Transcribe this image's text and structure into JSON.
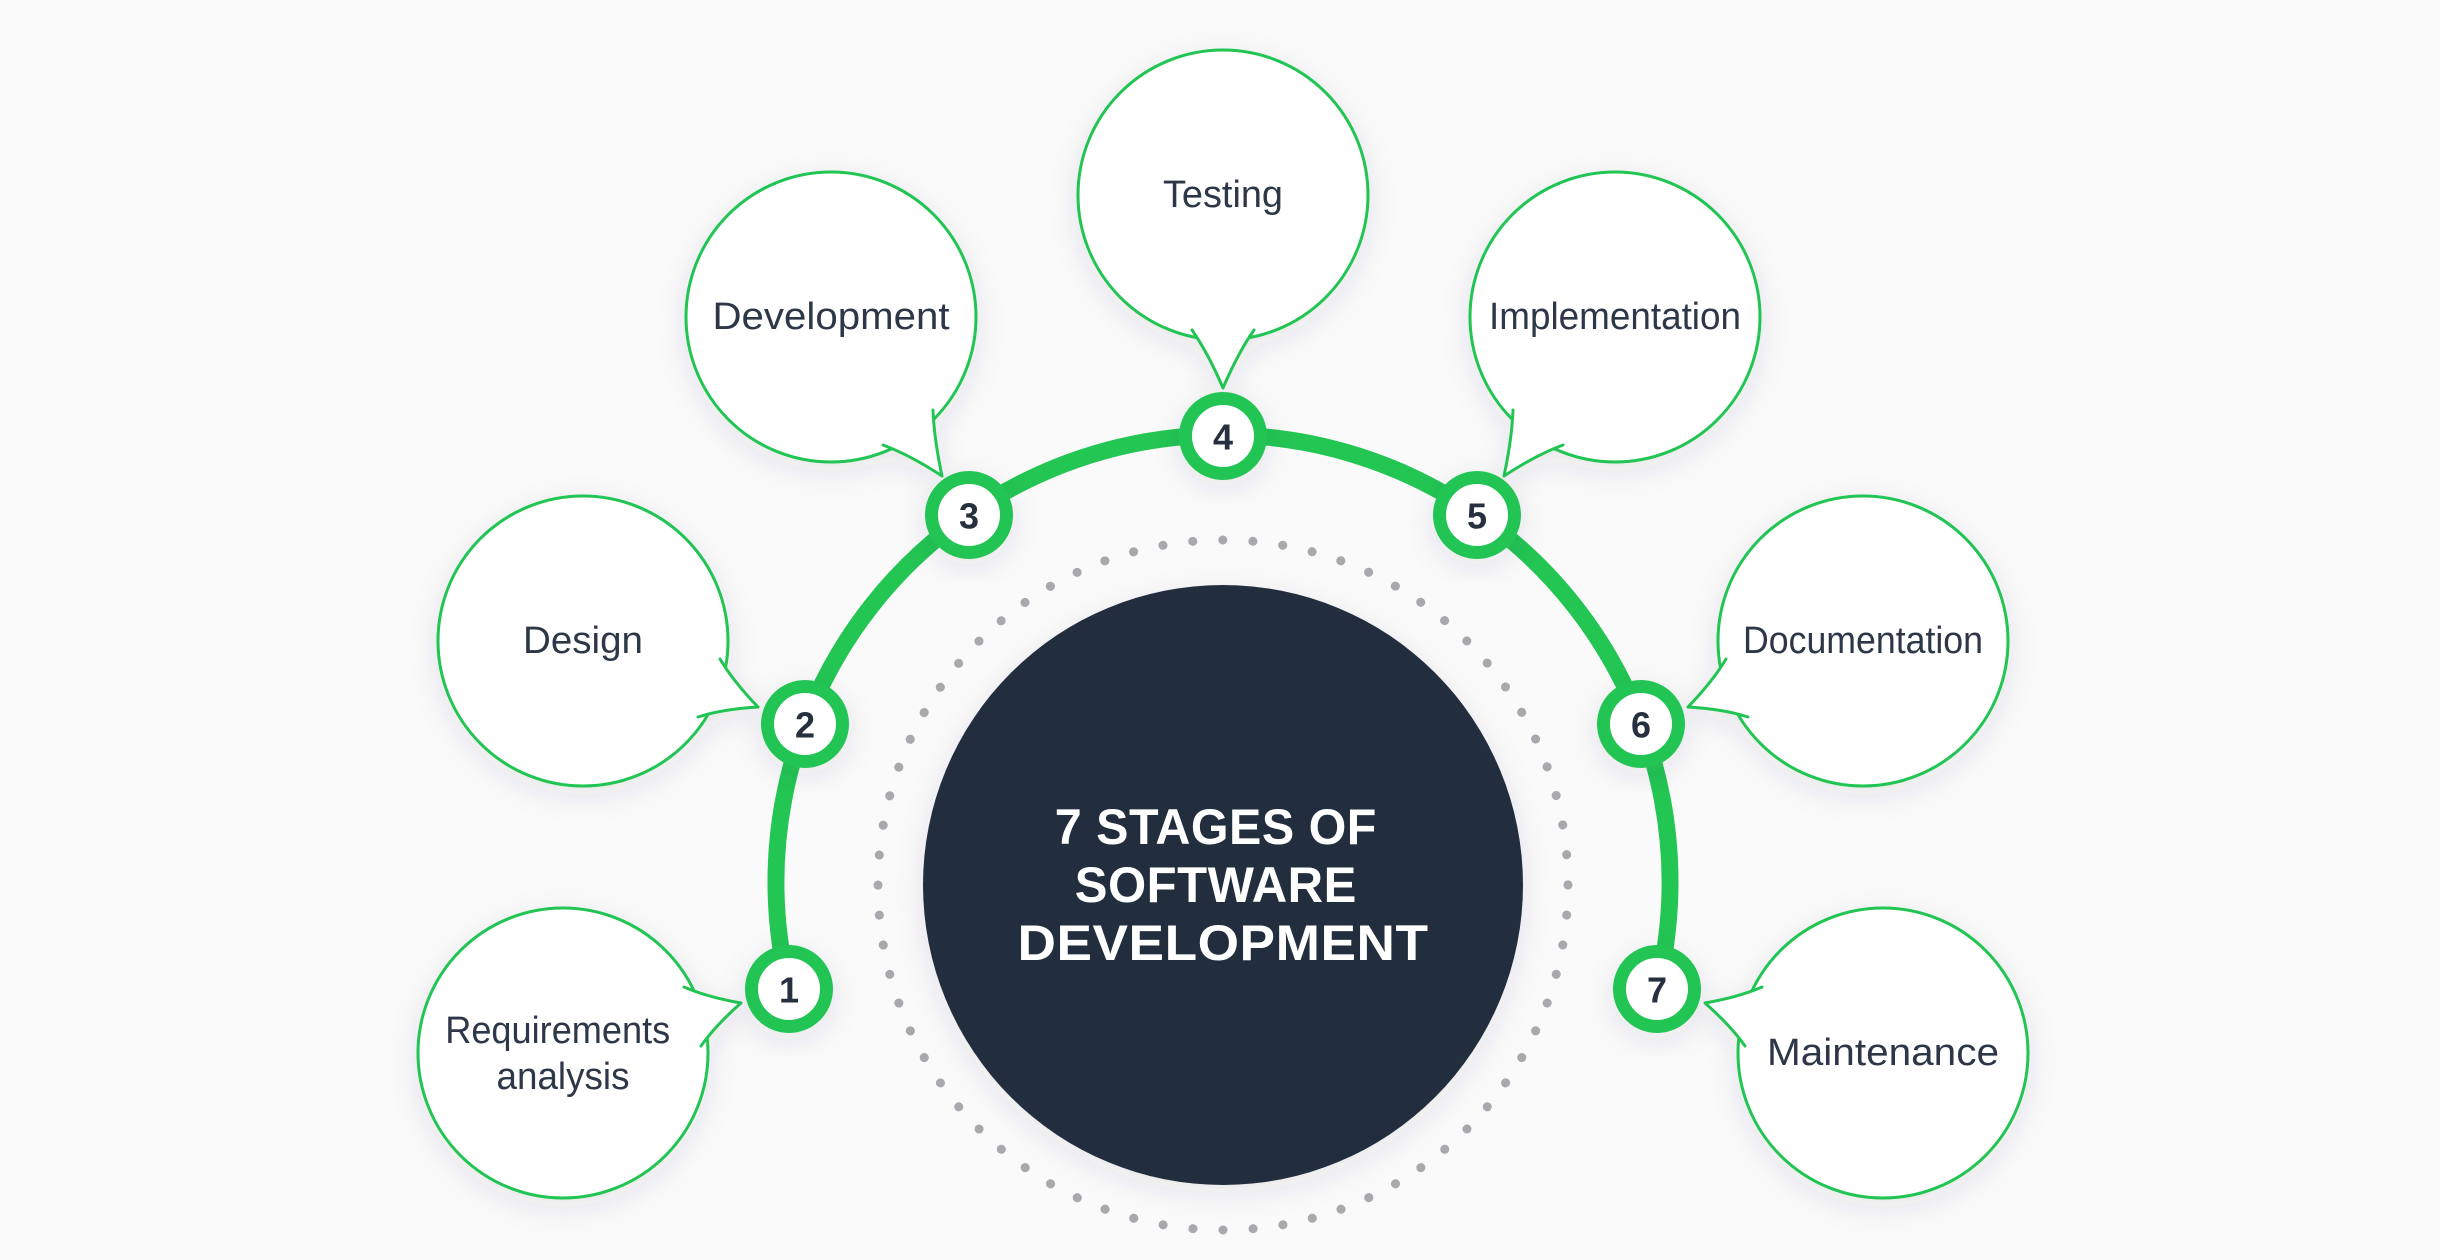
{
  "diagram": {
    "center": {
      "title": "7 STAGES OF SOFTWARE DEVELOPMENT",
      "title_lines": [
        "7 STAGES OF",
        "SOFTWARE",
        "DEVELOPMENT"
      ]
    },
    "stages": [
      {
        "number": "1",
        "label": "Requirements analysis",
        "label_lines": [
          "Requirements",
          "analysis"
        ]
      },
      {
        "number": "2",
        "label": "Design"
      },
      {
        "number": "3",
        "label": "Development"
      },
      {
        "number": "4",
        "label": "Testing"
      },
      {
        "number": "5",
        "label": "Implementation"
      },
      {
        "number": "6",
        "label": "Documentation"
      },
      {
        "number": "7",
        "label": "Maintenance"
      }
    ],
    "colors": {
      "accent_green": "#23c553",
      "center_navy": "#242e3d",
      "label_text": "#2e3747",
      "number_text": "#27303e",
      "dotted_ring_gray": "#a7a9ad",
      "bubble_fill": "#ffffff",
      "title_text": "#ffffff",
      "background": "#fafafb"
    }
  }
}
